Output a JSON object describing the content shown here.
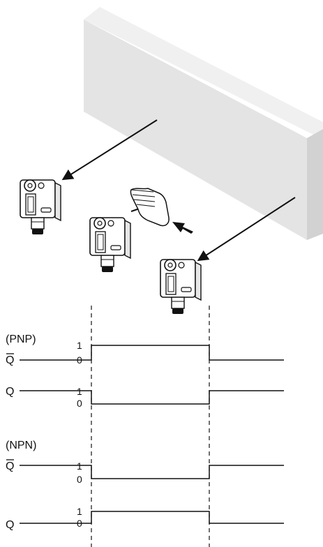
{
  "pnp_label": "(PNP)",
  "npn_label": "(NPN)",
  "signals": [
    {
      "id": "pnp-qbar",
      "name": "Q",
      "overbar": true,
      "tick_top": "1",
      "tick_bottom": "0",
      "levels": [
        0,
        1,
        0
      ]
    },
    {
      "id": "pnp-q",
      "name": "Q",
      "overbar": false,
      "tick_top": "1",
      "tick_bottom": "0",
      "levels": [
        1,
        0,
        1
      ]
    },
    {
      "id": "npn-qbar",
      "name": "Q",
      "overbar": true,
      "tick_top": "1",
      "tick_bottom": "0",
      "levels": [
        1,
        0,
        1
      ]
    },
    {
      "id": "npn-q",
      "name": "Q",
      "overbar": false,
      "tick_top": "1",
      "tick_bottom": "0",
      "levels": [
        0,
        1,
        0
      ]
    }
  ],
  "colors": {
    "ink": "#111111",
    "wall": "#e4e4e4",
    "wall_side": "#d2d2d2",
    "sensor": "#ffffff",
    "arrow": "#111111"
  }
}
